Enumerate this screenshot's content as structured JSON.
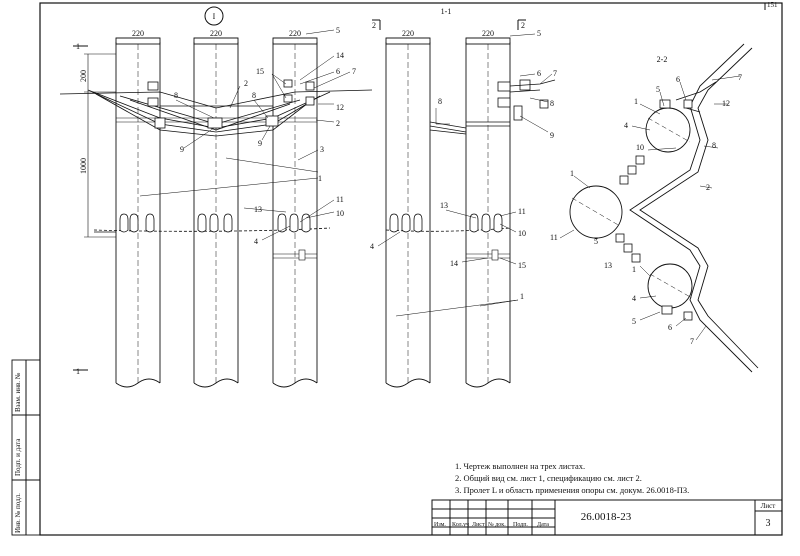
{
  "header": {
    "corner_mark": "151"
  },
  "view_1": {
    "circle_label": "I",
    "dims": {
      "w1": "220",
      "w2": "220",
      "w3": "220",
      "h1": "200",
      "h2": "1000"
    },
    "callouts": {
      "c1": "1",
      "c2": "2",
      "c3": "3",
      "c4": "4",
      "c5": "5",
      "c6": "6",
      "c7": "7",
      "c8": "8",
      "c9": "9",
      "c10": "10",
      "c11": "11",
      "c12": "12",
      "c13": "13",
      "c14": "14",
      "c15": "15"
    },
    "section_mark": "1"
  },
  "view_2": {
    "title": "1-1",
    "section_mark": "2",
    "dims": {
      "w1": "220",
      "w2": "220"
    },
    "callouts": {
      "c1": "1",
      "c4": "4",
      "c5": "5",
      "c6": "6",
      "c7": "7",
      "c8": "8",
      "c9": "9",
      "c10": "10",
      "c11": "11",
      "c13": "13",
      "c14": "14",
      "c15": "15"
    }
  },
  "view_3": {
    "title": "2-2",
    "callouts": {
      "c1": "1",
      "c2": "2",
      "c4": "4",
      "c5": "5",
      "c6": "6",
      "c7": "7",
      "c8": "8",
      "c10": "10",
      "c11": "11",
      "c12": "12",
      "c13": "13"
    }
  },
  "notes": [
    "1. Чертеж выполнен на трех листах.",
    "2. Общий вид см. лист 1, спецификацию см. лист 2.",
    "3. Пролет L и область применения опоры см. докум. 26.0018-ПЗ."
  ],
  "title_block": {
    "doc_number": "26.0018-23",
    "sheet_label": "Лист",
    "sheet_number": "3",
    "cols": [
      "Изм.",
      "Кол.уч",
      "Лист",
      "№ док.",
      "Подп.",
      "Дата"
    ]
  },
  "side_stamp": [
    "Инв. № подл.",
    "Подп. и дата",
    "Взам. инв. №"
  ]
}
